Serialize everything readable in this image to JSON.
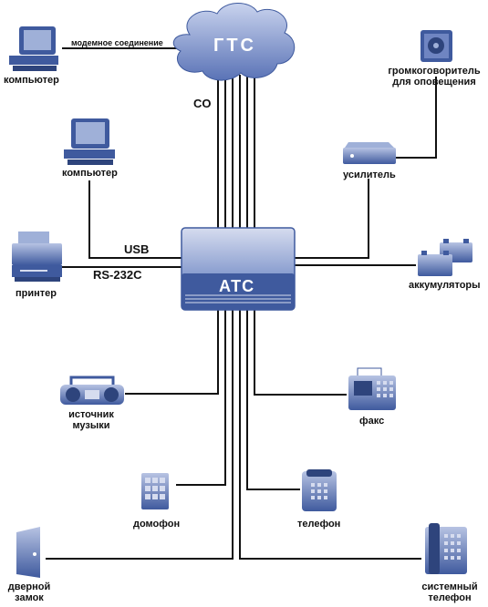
{
  "nodes": {
    "gts": {
      "label": "ГТС"
    },
    "ats": {
      "label": "АТС"
    },
    "computer_top": {
      "label": "компьютер"
    },
    "computer_mid": {
      "label": "компьютер"
    },
    "speaker": {
      "label": "громкоговоритель\nдля оповещения"
    },
    "amplifier": {
      "label": "усилитель"
    },
    "printer": {
      "label": "принтер"
    },
    "batteries": {
      "label": "аккумуляторы"
    },
    "music_source": {
      "label": "источник\nмузыки"
    },
    "fax": {
      "label": "факс"
    },
    "intercom": {
      "label": "домофон"
    },
    "phone": {
      "label": "телефон"
    },
    "door_lock": {
      "label": "дверной\nзамок"
    },
    "system_phone": {
      "label": "системный\nтелефон"
    }
  },
  "links": {
    "modem": "модемное соединение",
    "co": "CO",
    "usb": "USB",
    "rs232": "RS-232C"
  },
  "colors": {
    "device_blue": "#3f5a9e",
    "device_light": "#9fb0d8",
    "line": "#111111"
  }
}
